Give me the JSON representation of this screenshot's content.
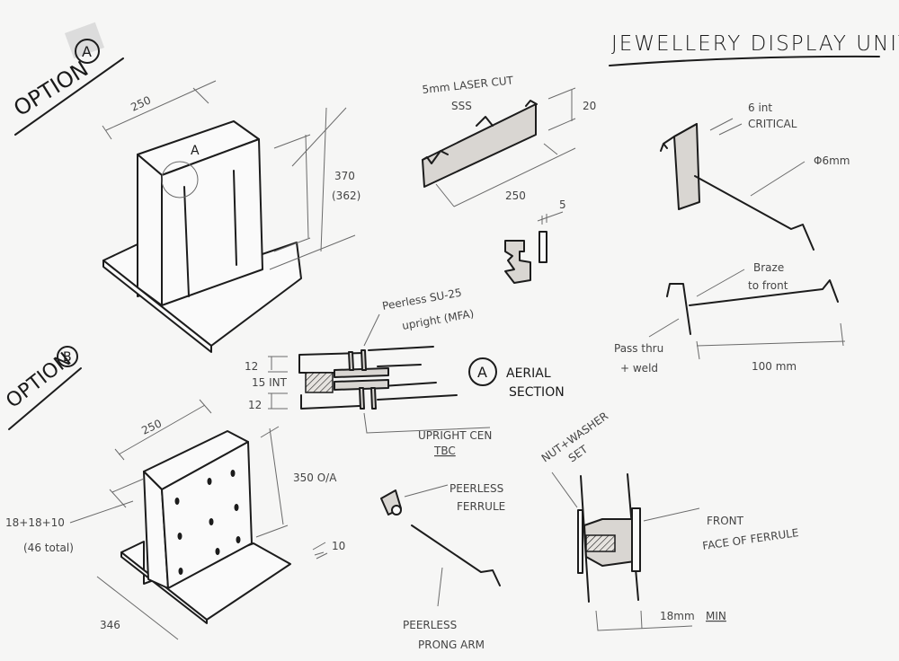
{
  "title": "JEWELLERY DISPLAY UNIT",
  "option_a": {
    "label": "OPTION",
    "badge": "A",
    "width": "250",
    "height": "370",
    "height_internal": "(362)",
    "section_marker": "A"
  },
  "laser_cut": {
    "line1": "5mm LASER CUT",
    "line2": "SSS",
    "height": "20",
    "length": "250",
    "thickness": "5"
  },
  "hook": {
    "int_label": "6 int",
    "critical": "CRITICAL",
    "diameter": "Φ6mm",
    "braze_1": "Braze",
    "braze_2": "to front",
    "pass_1": "Pass thru",
    "pass_2": "+ weld",
    "length": "100 mm"
  },
  "section": {
    "upright_1": "Peerless SU-25",
    "upright_2": "upright (MFA)",
    "dim_top": "12",
    "dim_mid": "15 INT",
    "dim_bottom": "12",
    "marker": "A",
    "title_1": "AERIAL",
    "title_2": "SECTION",
    "centre_1": "UPRIGHT CEN",
    "centre_2": "TBC"
  },
  "option_b": {
    "label": "OPTION",
    "badge": "B",
    "width": "250",
    "height": "350 O/A",
    "depth_1": "18+18+10",
    "depth_2": "(46 total)",
    "base_thickness": "10",
    "base_depth": "346"
  },
  "ferrule": {
    "ferrule_1": "PEERLESS",
    "ferrule_2": "FERRULE",
    "arm_1": "PEERLESS",
    "arm_2": "PRONG ARM"
  },
  "fixing": {
    "nut_1": "NUT+WASHER",
    "nut_2": "SET",
    "front_1": "FRONT",
    "front_2": "FACE OF FERRULE",
    "gap": "18mm",
    "gap_note": "MIN"
  }
}
